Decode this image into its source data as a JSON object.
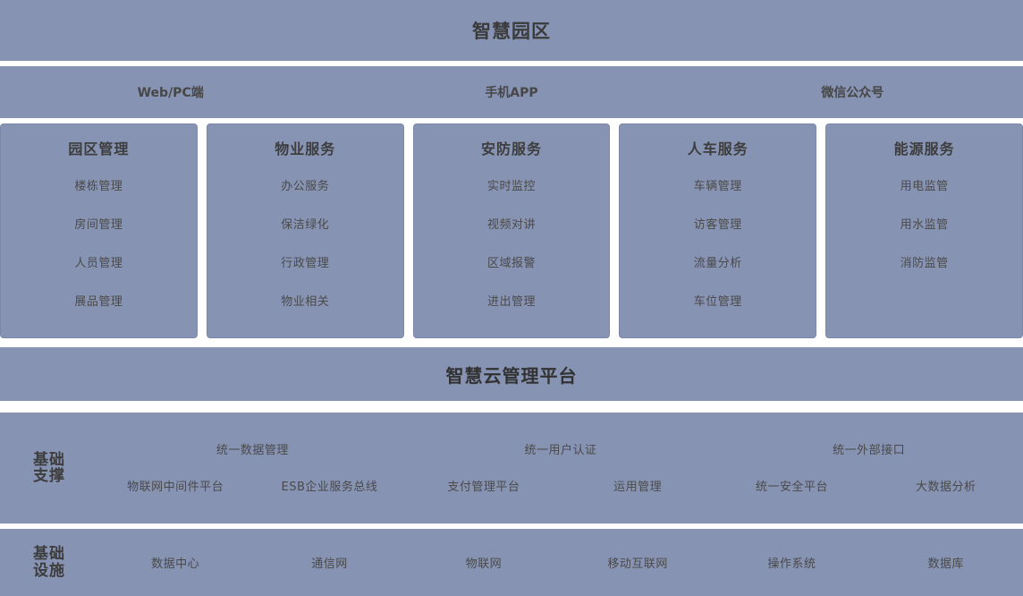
{
  "diagram": {
    "title": "智慧园区",
    "colors": {
      "band": "#8793b2",
      "card_border": "#7b88aa",
      "page_background": "#ffffff",
      "text": "#4a4a4a",
      "heading_text": "#3d3d3d"
    },
    "access_layer": {
      "channels": [
        {
          "label": "Web/PC端"
        },
        {
          "label": "手机APP"
        },
        {
          "label": "微信公众号"
        }
      ]
    },
    "service_layer": {
      "cards": [
        {
          "title": "园区管理",
          "items": [
            "楼栋管理",
            "房间管理",
            "人员管理",
            "展品管理"
          ]
        },
        {
          "title": "物业服务",
          "items": [
            "办公服务",
            "保洁绿化",
            "行政管理",
            "物业相关"
          ]
        },
        {
          "title": "安防服务",
          "items": [
            "实时监控",
            "视频对讲",
            "区域报警",
            "进出管理"
          ]
        },
        {
          "title": "人车服务",
          "items": [
            "车辆管理",
            "访客管理",
            "流量分析",
            "车位管理"
          ]
        },
        {
          "title": "能源服务",
          "items": [
            "用电监管",
            "用水监管",
            "消防监管"
          ]
        }
      ]
    },
    "platform_layer": {
      "title": "智慧云管理平台"
    },
    "support_layer": {
      "side_label_line1": "基础",
      "side_label_line2": "支撑",
      "top_row": [
        "统一数据管理",
        "统一用户认证",
        "统一外部接口"
      ],
      "bottom_row": [
        "物联网中间件平台",
        "ESB企业服务总线",
        "支付管理平台",
        "运用管理",
        "统一安全平台",
        "大数据分析"
      ]
    },
    "infrastructure_layer": {
      "side_label_line1": "基础",
      "side_label_line2": "设施",
      "items": [
        "数据中心",
        "通信网",
        "物联网",
        "移动互联网",
        "操作系统",
        "数据库"
      ]
    }
  }
}
